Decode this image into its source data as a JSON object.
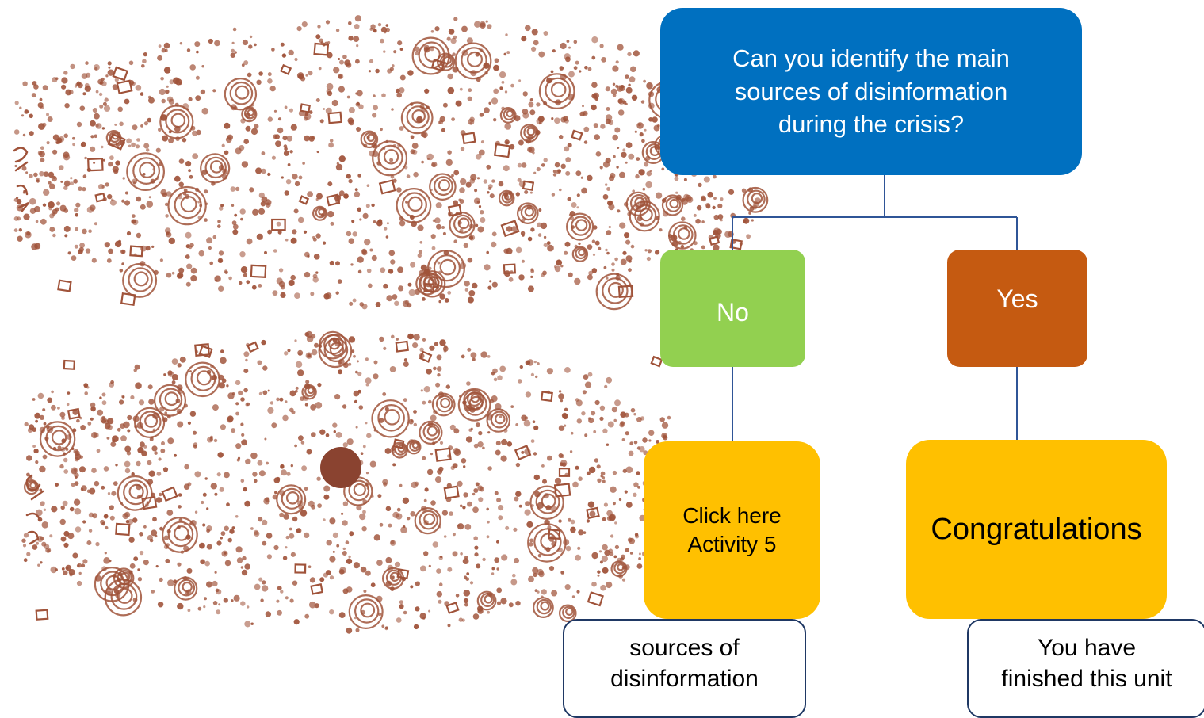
{
  "colors": {
    "question_fill": "#0070c0",
    "no_fill": "#92d050",
    "yes_fill": "#c55a11",
    "result_fill": "#ffc000",
    "connector": "#2f5597",
    "drawing_ink": "#a0533a"
  },
  "question": {
    "text": "Can you identify the main\nsources of disinformation\nduring the crisis?"
  },
  "no_branch": {
    "label": "No",
    "action": "Click here\nActivity 5",
    "note": "sources of\ndisinformation"
  },
  "yes_branch": {
    "label": "Yes",
    "result": "Congratulations",
    "note": "You have\nfinished this unit"
  }
}
